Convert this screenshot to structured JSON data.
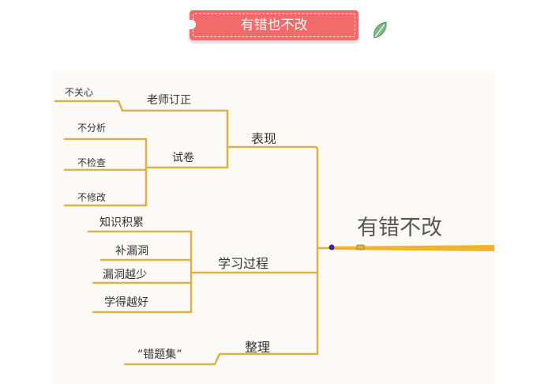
{
  "banner": {
    "title": "有错也不改"
  },
  "icons": {
    "leaf": "leaf-icon"
  },
  "mindmap": {
    "root": "有错不改",
    "branches": {
      "biaoxian": {
        "label": "表现",
        "laoshi": {
          "label": "老师订正",
          "leaf": "不关心"
        },
        "shijuan": {
          "label": "试卷",
          "leaves": [
            "不分析",
            "不检查",
            "不修改"
          ]
        }
      },
      "xuexi": {
        "label": "学习过程",
        "leaves": [
          "知识积累",
          "补漏洞",
          "漏洞越少",
          "学得越好"
        ]
      },
      "zhengli": {
        "label": "整理",
        "leaf": "“错题集”"
      }
    }
  },
  "colors": {
    "banner": "#f26b6b",
    "branch": "#d9b24a",
    "trunk": "#f0b429"
  }
}
